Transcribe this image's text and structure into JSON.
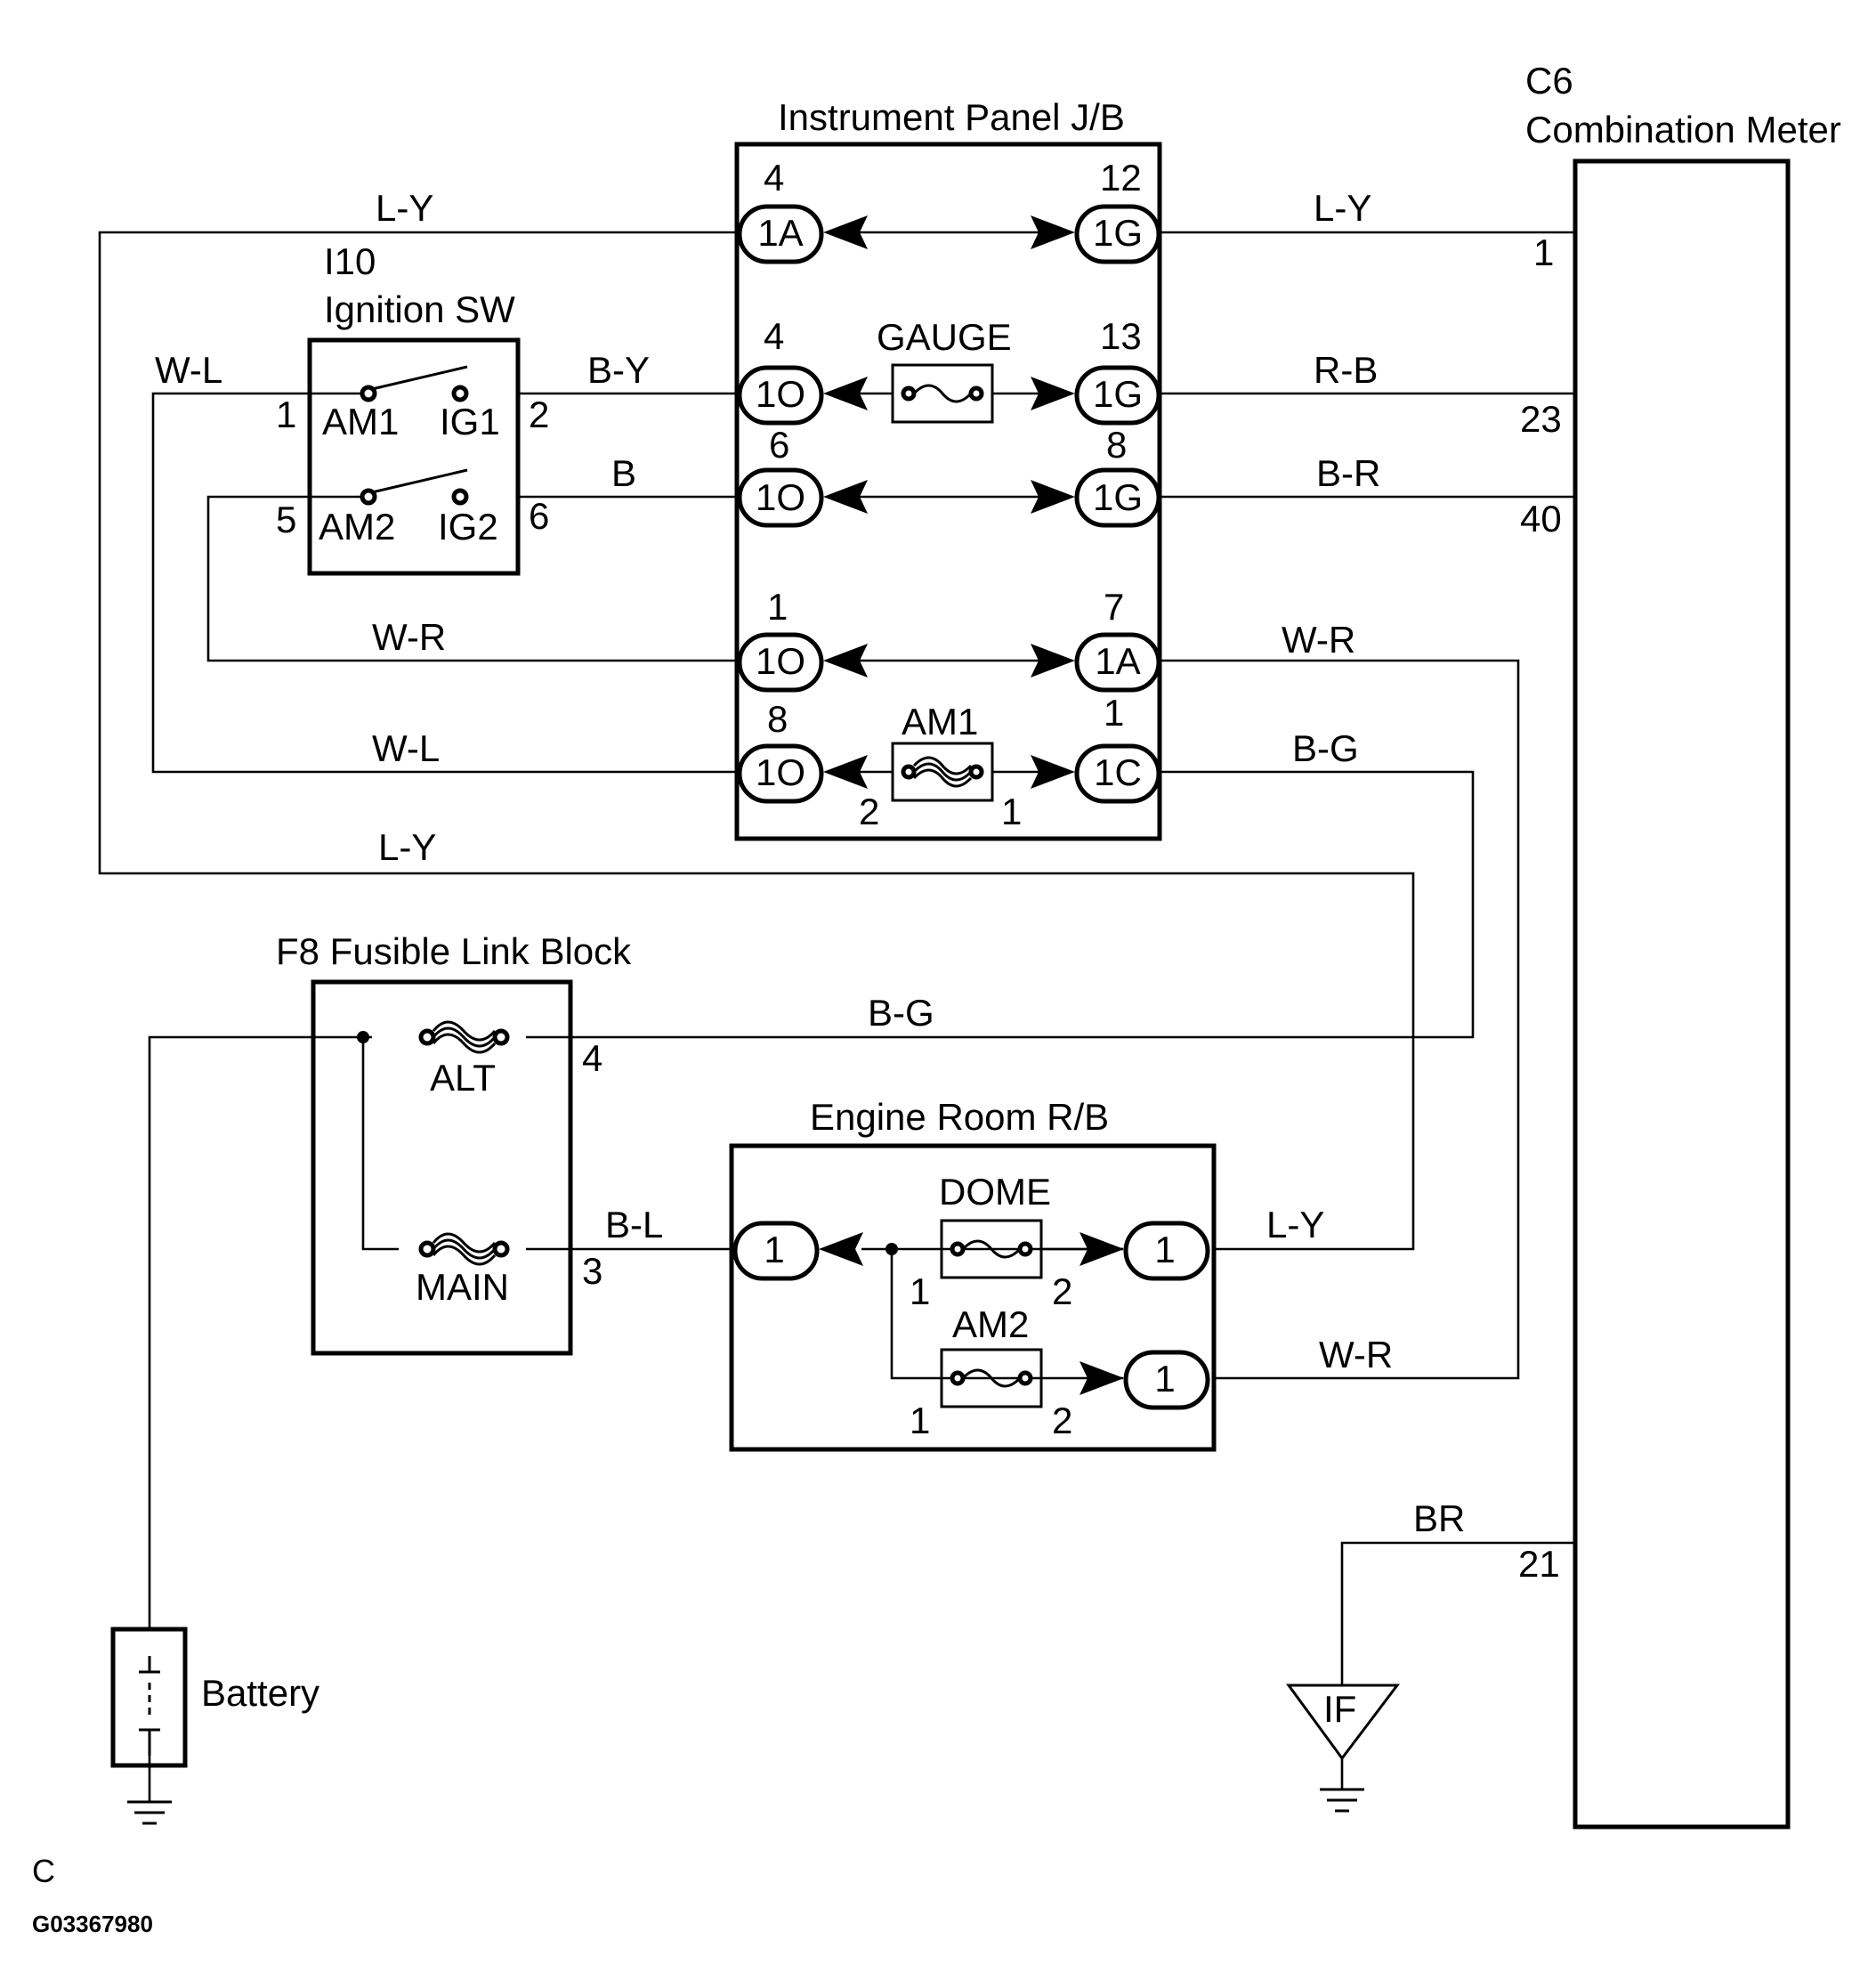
{
  "components": {
    "jb": {
      "name": "Instrument Panel J/B"
    },
    "meter": {
      "code": "C6",
      "name": "Combination Meter"
    },
    "ignition": {
      "code": "I10",
      "name": "Ignition SW",
      "t_am1": "AM1",
      "t_ig1": "IG1",
      "t_am2": "AM2",
      "t_ig2": "IG2"
    },
    "fusible": {
      "name": "F8 Fusible Link Block",
      "alt": "ALT",
      "main": "MAIN"
    },
    "engine_rb": {
      "name": "Engine Room R/B",
      "dome": "DOME",
      "am2": "AM2"
    },
    "battery": {
      "name": "Battery"
    },
    "ground_if": {
      "name": "IF"
    }
  },
  "jb_fuses": {
    "gauge": "GAUGE",
    "am1": "AM1"
  },
  "connectors": {
    "l1": "1A",
    "r1": "1G",
    "l2": "1O",
    "r2": "1G",
    "l3": "1O",
    "r3": "1G",
    "l4": "1O",
    "r4": "1A",
    "l5": "1O",
    "r5": "1C",
    "er_in": "1",
    "er_dome": "1",
    "er_am2": "1"
  },
  "pins": {
    "jb_l1": "4",
    "jb_r1": "12",
    "jb_l2": "4",
    "jb_r2": "13",
    "jb_l3": "6",
    "jb_r3": "8",
    "jb_l4": "1",
    "jb_r4": "7",
    "jb_l5": "8",
    "jb_r5": "1",
    "am1_fuse_left": "2",
    "am1_fuse_right": "1",
    "meter_1": "1",
    "meter_23": "23",
    "meter_40": "40",
    "meter_21": "21",
    "ign_1": "1",
    "ign_2": "2",
    "ign_5": "5",
    "ign_6": "6",
    "fl_4": "4",
    "fl_3": "3",
    "dome_1": "1",
    "dome_2": "2",
    "am2_1": "1",
    "am2_2": "2"
  },
  "wires": {
    "ly_top_left": "L-Y",
    "ly_top_right": "L-Y",
    "wl_top": "W-L",
    "by": "B-Y",
    "rb": "R-B",
    "b": "B",
    "br_meter": "B-R",
    "wr_left": "W-R",
    "wr_right": "W-R",
    "wl_bottom": "W-L",
    "bg_right": "B-G",
    "ly_mid": "L-Y",
    "bg_low": "B-G",
    "bl": "B-L",
    "ly_er": "L-Y",
    "wr_er": "W-R",
    "br_ground": "BR"
  },
  "footer": {
    "section": "C",
    "figure_id": "G03367980"
  }
}
